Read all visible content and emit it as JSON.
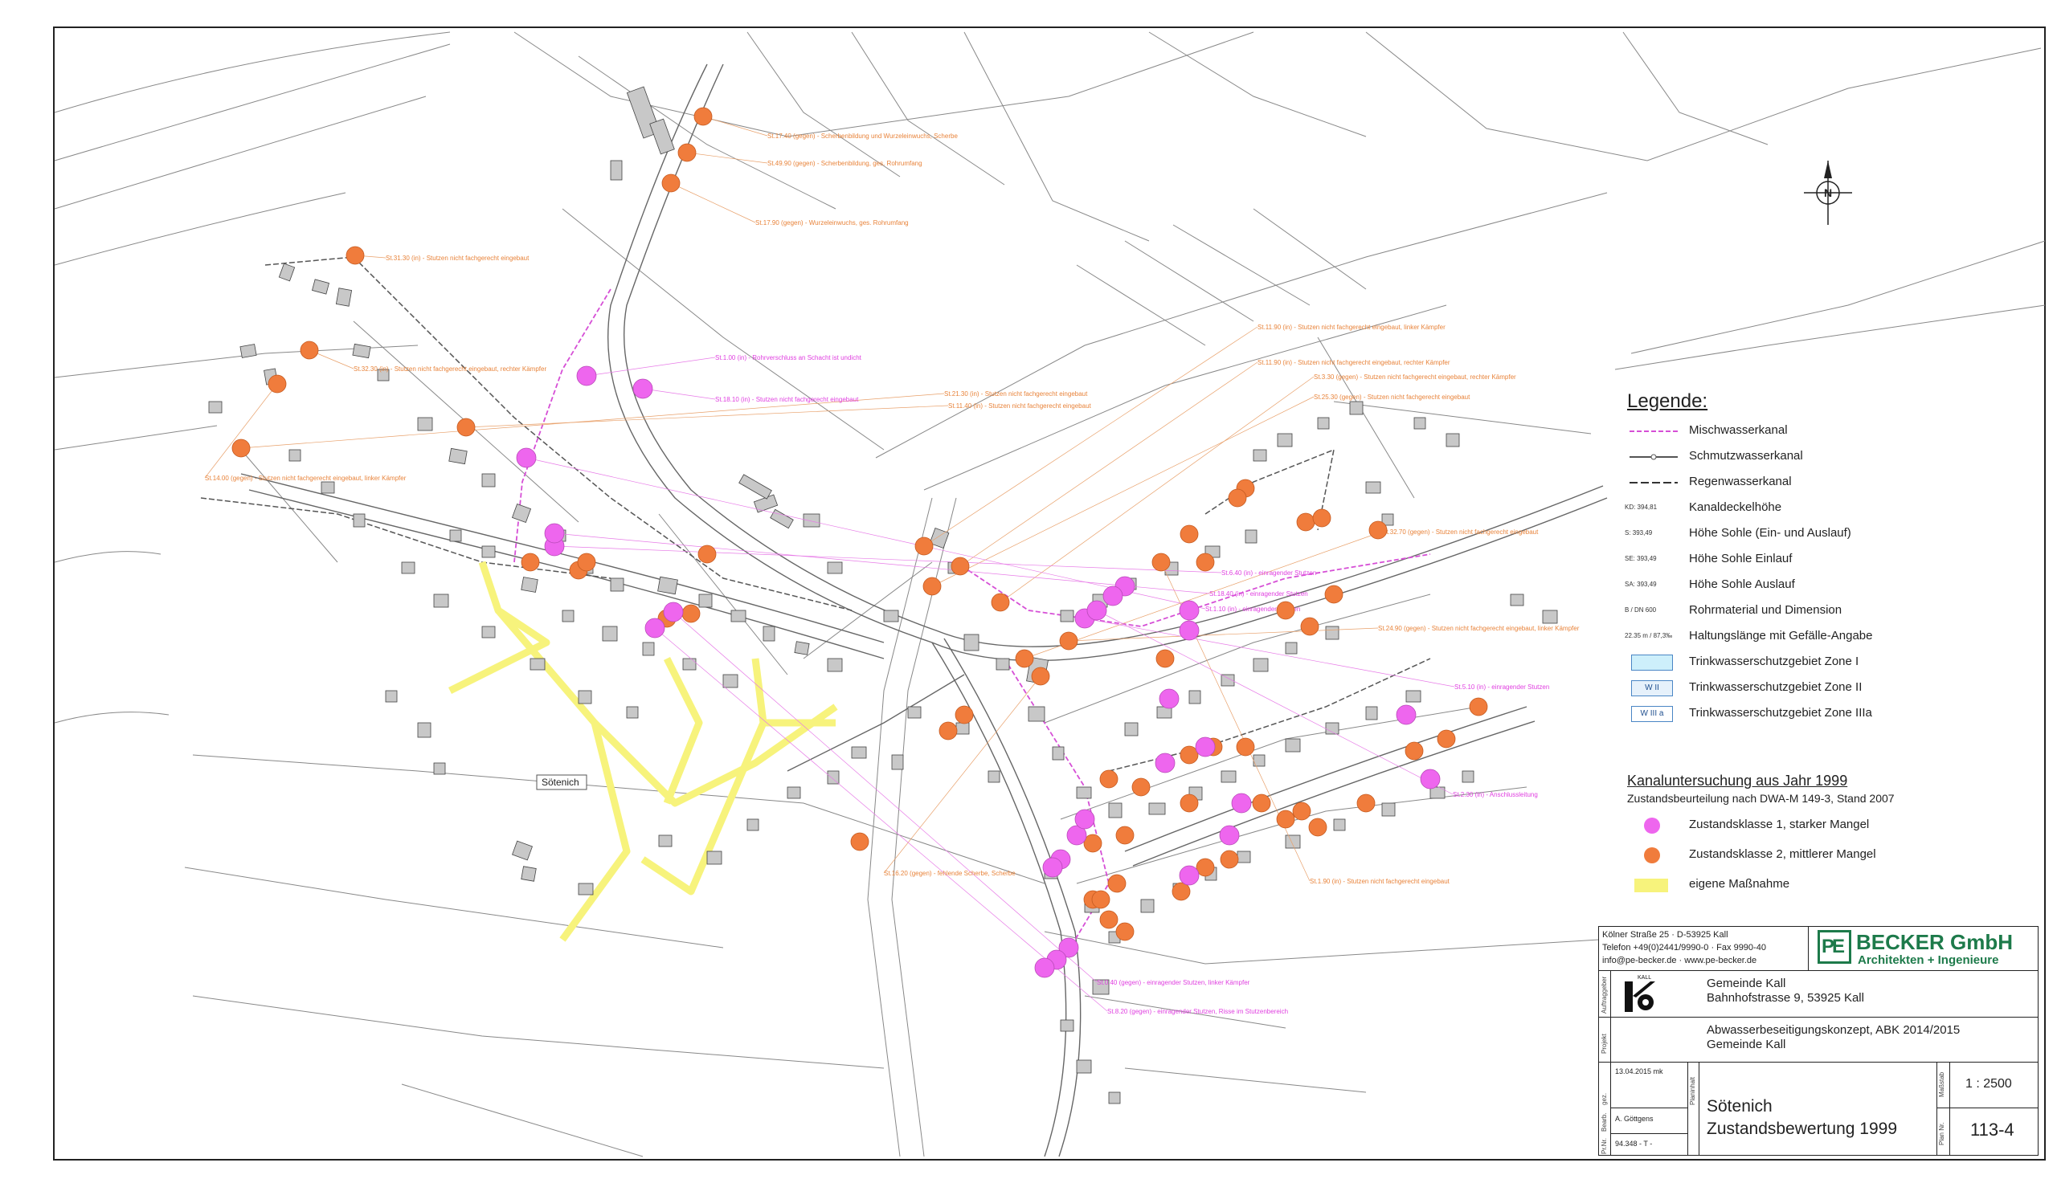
{
  "place_label": "Sötenich",
  "map_labels_orange": [
    "St.17.40 (gegen) - Scherbenbildung und Wurzeleinwuchs, Scherbe",
    "St.49.90 (gegen) - Scherbenbildung, ges. Rohrumfang",
    "St.17.90 (gegen) - Wurzeleinwuchs, ges. Rohrumfang",
    "St.31.30 (in) - Stutzen nicht fachgerecht eingebaut",
    "St.32.30 (in) - Stutzen nicht fachgerecht eingebaut, rechter Kämpfer",
    "St.14.00 (gegen) - Stutzen nicht fachgerecht eingebaut, linker Kämpfer",
    "St.21.30 (in) - Stutzen nicht fachgerecht eingebaut",
    "St.11.40 (in) - Stutzen nicht fachgerecht eingebaut",
    "St.11.90 (in) - Stutzen nicht fachgerecht eingebaut, linker Kämpfer",
    "St.11.90 (in) - Stutzen nicht fachgerecht eingebaut, rechter Kämpfer",
    "St.3.30 (gegen) - Stutzen nicht fachgerecht eingebaut, rechter Kämpfer",
    "St.25.30 (gegen) - Stutzen nicht fachgerecht eingebaut",
    "St.32.70 (gegen) - Stutzen nicht fachgerecht eingebaut",
    "St.24.90 (gegen) - Stutzen nicht fachgerecht eingebaut, linker Kämpfer",
    "St.16.20 (gegen) - fehlende Scherbe, Scherbe",
    "St.1.90 (in) - Stutzen nicht fachgerecht eingebaut"
  ],
  "map_labels_magenta": [
    "St.1.00 (in) - Rohrverschluss an Schacht ist undicht",
    "St.18.10 (in) - Stutzen nicht fachgerecht eingebaut",
    "St.6.40 (in) - einragender Stutzen",
    "St.18.40 (in) - einragender Stutzen",
    "St.1.10 (in) - einragender Stutzen",
    "St.0.40 (gegen) - einragender Stutzen, linker Kämpfer",
    "St.8.20 (gegen) - einragender Stutzen, Risse im Stutzenbereich",
    "St.5.10 (in) - einragender Stutzen",
    "St.2.30 (in) - Anschlussleitung"
  ],
  "legend": {
    "title": "Legende:",
    "line_items": [
      {
        "sample": "",
        "label": "Mischwasserkanal",
        "color": "#d64fd6"
      },
      {
        "sample": "",
        "label": "Schmutzwasserkanal",
        "color": "#555555"
      },
      {
        "sample": "",
        "label": "Regenwasserkanal",
        "color": "#333333"
      }
    ],
    "text_items": [
      {
        "sample": "KD: 394,81",
        "label": "Kanaldeckelhöhe"
      },
      {
        "sample": "S: 393,49",
        "label": "Höhe Sohle (Ein- und Auslauf)"
      },
      {
        "sample": "SE: 393,49",
        "label": "Höhe Sohle Einlauf"
      },
      {
        "sample": "SA: 393,49",
        "label": "Höhe Sohle Auslauf"
      },
      {
        "sample": "B / DN 600",
        "label": "Rohrmaterial und Dimension"
      },
      {
        "sample": "22.35 m / 87,3‰",
        "label": "Haltungslänge mit Gefälle-Angabe"
      }
    ],
    "zone_items": [
      {
        "box": "",
        "label": "Trinkwasserschutzgebiet Zone I",
        "fill": "#cdeffb"
      },
      {
        "box": "W II",
        "label": "Trinkwasserschutzgebiet Zone II",
        "fill": "#e6f1fb"
      },
      {
        "box": "W III a",
        "label": "Trinkwasserschutzgebiet Zone IIIa",
        "fill": "#ffffff"
      }
    ],
    "section_title": "Kanaluntersuchung aus Jahr 1999",
    "section_subtitle": "Zustandsbeurteilung nach DWA-M 149-3, Stand 2007",
    "class_items": [
      {
        "label": "Zustandsklasse 1, starker Mangel",
        "color": "#ee66ee"
      },
      {
        "label": "Zustandsklasse 2, mittlerer Mangel",
        "color": "#f07c3c"
      },
      {
        "label": "eigene Maßnahme",
        "color": "#f7f37c"
      }
    ]
  },
  "titleblock": {
    "address": "Kölner Straße 25 · D-53925 Kall",
    "phone": "Telefon +49(0)2441/9990-0 · Fax 9990-40",
    "web": "info@pe-becker.de · www.pe-becker.de",
    "logo_letters": "PE",
    "company": "BECKER GmbH",
    "company_sub": "Architekten + Ingenieure",
    "client_label": "Auftraggeber",
    "client_logo": "KALL",
    "client_name": "Gemeinde Kall",
    "client_address": "Bahnhofstrasse 9, 53925 Kall",
    "project_label": "Projekt",
    "project_line1": "Abwasserbeseitigungskonzept, ABK 2014/2015",
    "project_line2": "Gemeinde Kall",
    "date_label": "gez.",
    "date": "13.04.2015 mk",
    "drawn_label": "Bearb.",
    "drawn_by": "A. Göttgens",
    "number_label": "Pr.Nr.",
    "project_number": "94.348 - T -",
    "plan_label": "Planinhalt",
    "plan_title1": "Sötenich",
    "plan_title2": "Zustandsbewertung 1999",
    "scale_label": "Maßstab",
    "scale": "1 : 2500",
    "plan_no_label": "Plan Nr.",
    "plan_no": "113-4"
  },
  "north_arrow": "N",
  "colors": {
    "class1": "#ee66ee",
    "class2": "#f07c3c",
    "own_measure": "#f7f37c",
    "label_orange": "#e8833a",
    "label_magenta": "#e040e0"
  }
}
